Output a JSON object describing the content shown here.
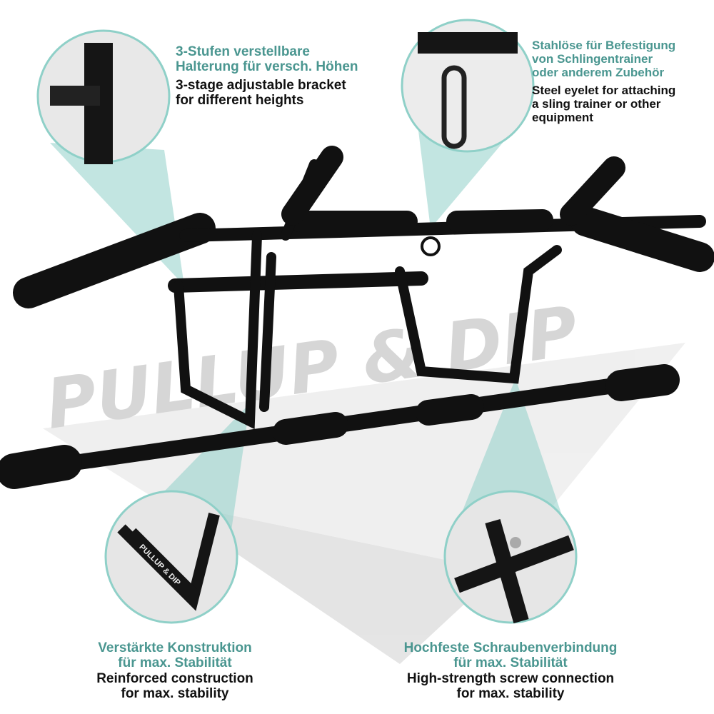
{
  "colors": {
    "accent": "#4a9690",
    "cone": "#8fd0c8",
    "frame": "#111111",
    "watermark": "#d6d6d6"
  },
  "watermark": "PULLUP & DIP",
  "bar_logo": "PULLUP & DIP",
  "features": [
    {
      "de": [
        "3-Stufen verstellbare",
        "Halterung für versch. Höhen"
      ],
      "en": [
        "3-stage adjustable bracket",
        "for different heights"
      ]
    },
    {
      "de": [
        "Stahlöse für Befestigung",
        "von Schlingentrainer",
        "oder anderem Zubehör"
      ],
      "en": [
        "Steel eyelet for attaching",
        "a sling trainer or other",
        "equipment"
      ]
    },
    {
      "de": [
        "Verstärkte Konstruktion",
        "für max. Stabilität"
      ],
      "en": [
        "Reinforced construction",
        "for max. stability"
      ]
    },
    {
      "de": [
        "Hochfeste Schraubenverbindung",
        "für max. Stabilität"
      ],
      "en": [
        "High-strength screw connection",
        "for max. stability"
      ]
    }
  ]
}
